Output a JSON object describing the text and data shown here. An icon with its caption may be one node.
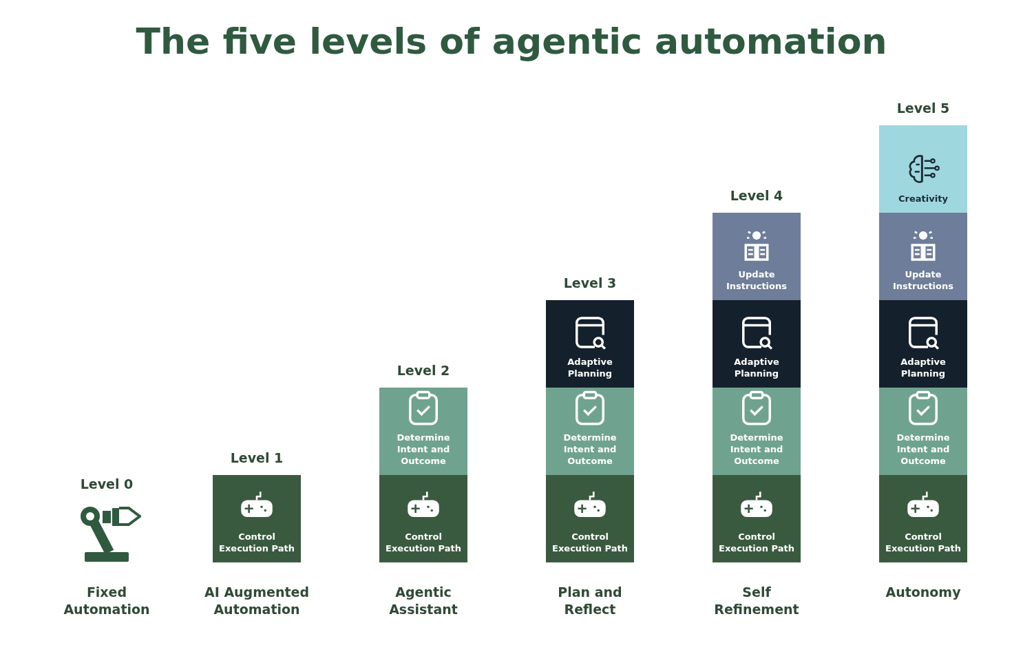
{
  "diagram": {
    "title": "The five levels of agentic automation",
    "nodes": [
      {
        "text": [
          "Control Execution Path"
        ]
      },
      {
        "text": [
          "Determine Intent and Outcome"
        ]
      },
      {
        "text": [
          "Control Execution Path"
        ]
      },
      {
        "text": [
          "Adaptive Planning"
        ]
      },
      {
        "text": [
          "Determine Intent and Outcome"
        ]
      },
      {
        "text": [
          "Control Execution Path"
        ]
      },
      {
        "text": [
          "Update Instructions"
        ]
      },
      {
        "text": [
          "Adaptive Planning"
        ]
      },
      {
        "text": [
          "Determine Intent and Outcome"
        ]
      },
      {
        "text": [
          "Control Execution Path"
        ]
      },
      {
        "text": [
          "Creativity"
        ]
      },
      {
        "text": [
          "Update Instructions"
        ]
      },
      {
        "text": [
          "Adaptive Planning"
        ]
      },
      {
        "text": [
          "Determine Intent and Outcome"
        ]
      },
      {
        "text": [
          "Control Execution Path"
        ]
      }
    ],
    "labels": [
      "Level 0",
      "Fixed Automation",
      "Level 1",
      "AI Augmented Automation",
      "Level 2",
      "Agentic Assistant",
      "Level 3",
      "Plan and Reflect",
      "Level 4",
      "Self Refinement",
      "Level 5",
      "Autonomy"
    ]
  }
}
